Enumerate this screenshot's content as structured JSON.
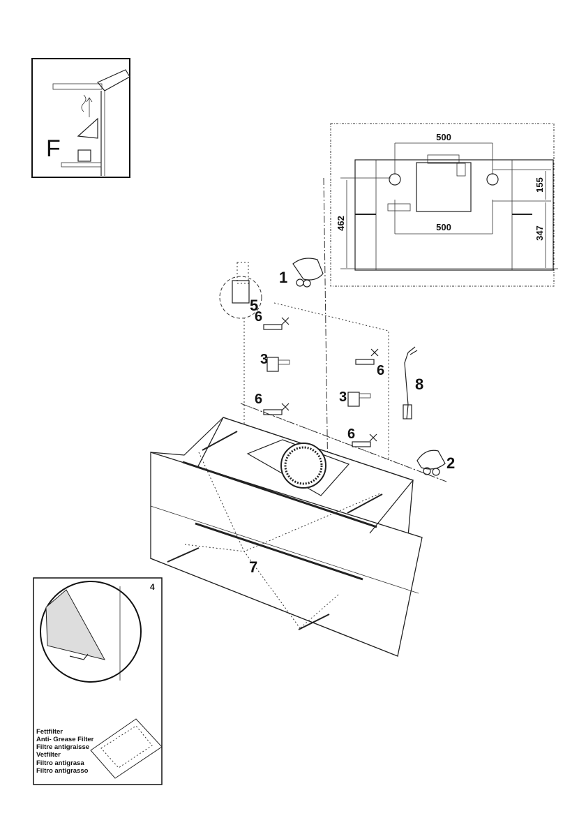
{
  "inset_f": {
    "label": "F"
  },
  "dimensions": {
    "top_width": "500",
    "bottom_width": "500",
    "left_height": "462",
    "right_upper": "155",
    "right_lower": "347"
  },
  "callouts": {
    "c1": "1",
    "c2": "2",
    "c3a": "3",
    "c3b": "3",
    "c5": "5",
    "c6a": "6",
    "c6b": "6",
    "c6c": "6",
    "c6d": "6",
    "c7": "7",
    "c8": "8"
  },
  "inset_filter": {
    "number": "4",
    "labels": [
      "Fettfilter",
      "Anti- Grease Filter",
      "Filtre antigraisse",
      "Vetfilter",
      "Filtro antigrasa",
      "Filtro antigrasso"
    ]
  }
}
